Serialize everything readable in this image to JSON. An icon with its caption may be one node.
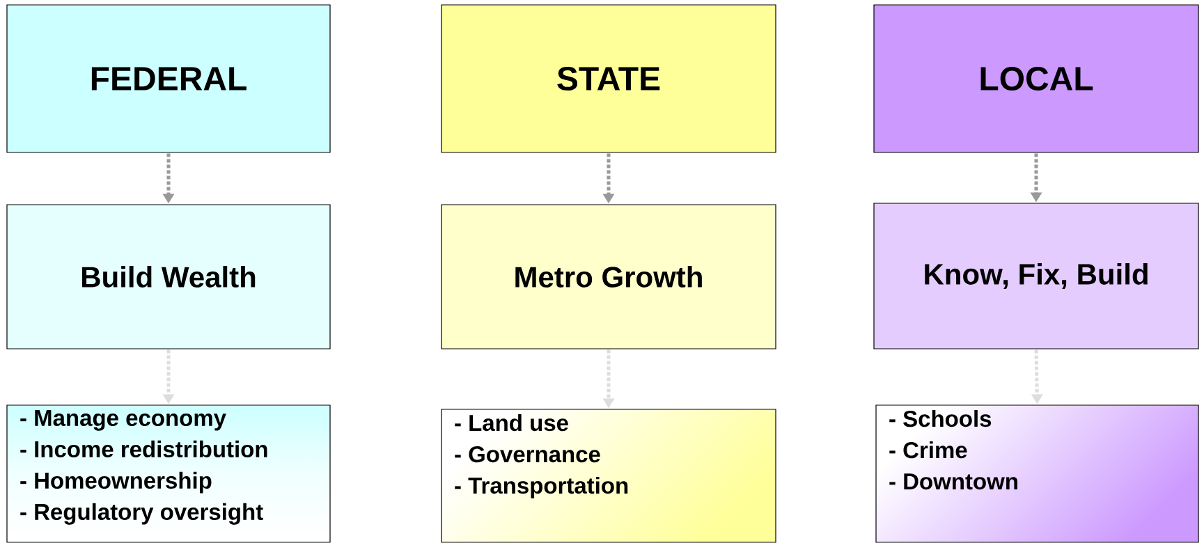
{
  "diagram": {
    "nodes": [
      {
        "text": [
          "FEDERAL"
        ]
      },
      {
        "text": [
          "Build Wealth"
        ]
      },
      {
        "text": [
          "- Manage economy",
          "- Income redistribution",
          "- Homeownership",
          "- Regulatory oversight"
        ]
      },
      {
        "text": [
          "STATE"
        ]
      },
      {
        "text": [
          "Metro Growth"
        ]
      },
      {
        "text": [
          "- Land use",
          "- Governance",
          "- Transportation"
        ]
      },
      {
        "text": [
          "LOCAL"
        ]
      },
      {
        "text": [
          "Know, Fix, Build"
        ]
      },
      {
        "text": [
          "- Schools",
          "- Crime",
          "- Downtown"
        ]
      }
    ],
    "edges": [
      {
        "from": 0,
        "to": 1,
        "arrow": "to",
        "style": "dashed"
      },
      {
        "from": 1,
        "to": 2,
        "arrow": "to",
        "style": "dashed",
        "color": "#dddddd"
      },
      {
        "from": 3,
        "to": 4,
        "arrow": "to",
        "style": "dashed"
      },
      {
        "from": 4,
        "to": 5,
        "arrow": "to",
        "style": "dashed",
        "color": "#dddddd"
      },
      {
        "from": 6,
        "to": 7,
        "arrow": "to",
        "style": "dashed"
      },
      {
        "from": 7,
        "to": 8,
        "arrow": "to",
        "style": "dashed",
        "color": "#dddddd"
      }
    ]
  }
}
